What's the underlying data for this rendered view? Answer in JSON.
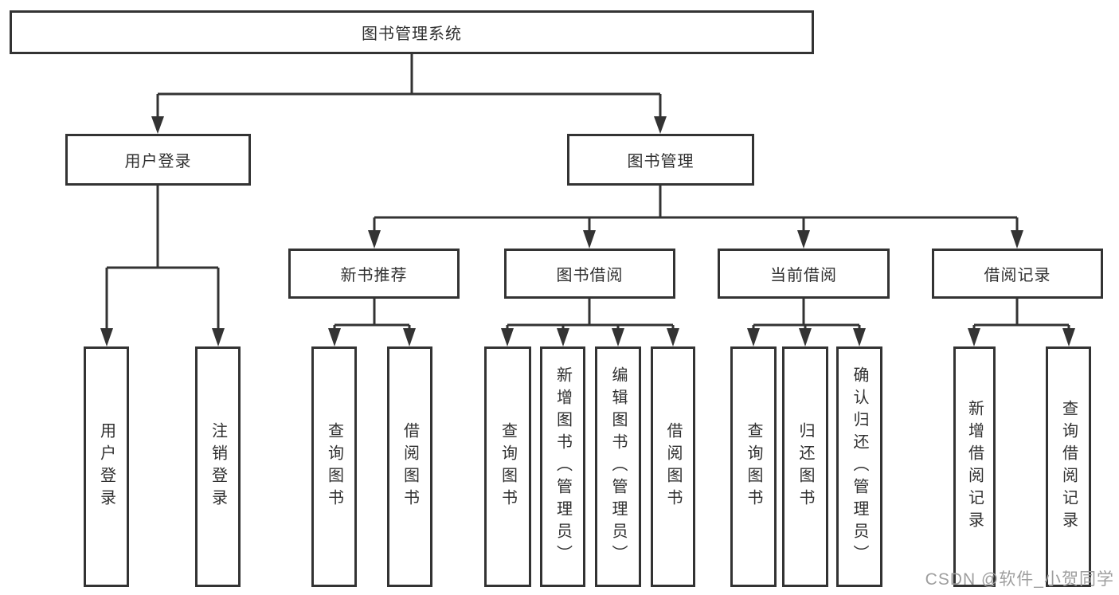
{
  "colors": {
    "line": "#333333",
    "node_border": "#333333",
    "node_text": "#303030",
    "background": "#ffffff",
    "watermark_text": "#9e9e9e"
  },
  "watermark": "CSDN @软件_小贺同学",
  "tree": {
    "label": "图书管理系统",
    "children": [
      {
        "label": "用户登录",
        "children": [
          {
            "label": "用户登录"
          },
          {
            "label": "注销登录"
          }
        ]
      },
      {
        "label": "图书管理",
        "children": [
          {
            "label": "新书推荐",
            "children": [
              {
                "label": "查询图书"
              },
              {
                "label": "借阅图书"
              }
            ]
          },
          {
            "label": "图书借阅",
            "children": [
              {
                "label": "查询图书"
              },
              {
                "label": "新增图书（管理员）"
              },
              {
                "label": "编辑图书（管理员）"
              },
              {
                "label": "借阅图书"
              }
            ]
          },
          {
            "label": "当前借阅",
            "children": [
              {
                "label": "查询图书"
              },
              {
                "label": "归还图书"
              },
              {
                "label": "确认归还（管理员）"
              }
            ]
          },
          {
            "label": "借阅记录",
            "children": [
              {
                "label": "新增借阅记录"
              },
              {
                "label": "查询借阅记录"
              }
            ]
          }
        ]
      }
    ]
  }
}
